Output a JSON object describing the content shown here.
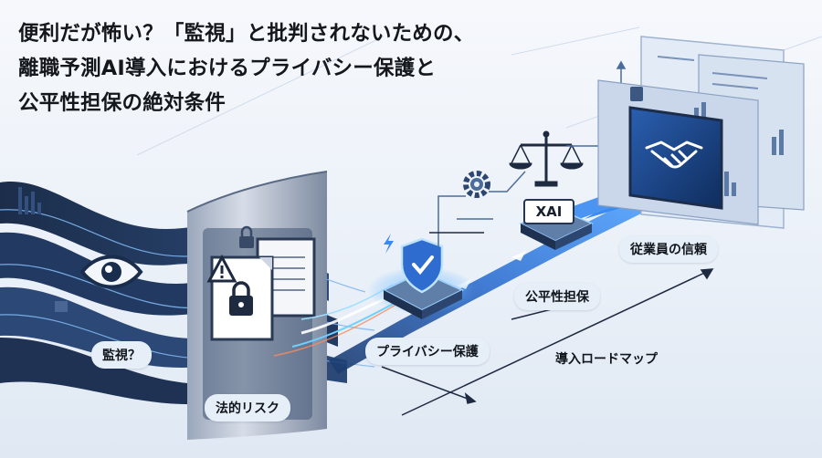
{
  "title_lines": [
    "便利だが怖い？「監視」と批判されないための、",
    "離職予測AI導入におけるプライバシー保護と",
    "公平性担保の絶対条件"
  ],
  "labels": {
    "surveillance": "監視？",
    "legal_risk": "法的リスク",
    "privacy": "プライバシー保護",
    "fairness": "公平性担保",
    "xai": "XAI",
    "trust": "従業員の信頼",
    "roadmap": "導入ロードマップ"
  },
  "icons": [
    "eye-icon",
    "warning-icon",
    "lock-icon",
    "document-icon",
    "shield-check-icon",
    "gear-icon",
    "scales-icon",
    "handshake-icon",
    "lightning-icon",
    "chart-icon"
  ],
  "colors": {
    "navy": "#1d3556",
    "accent": "#3a7de0",
    "glow": "#6fd0ff",
    "title": "#14171c",
    "pill": "#e6eef8"
  }
}
